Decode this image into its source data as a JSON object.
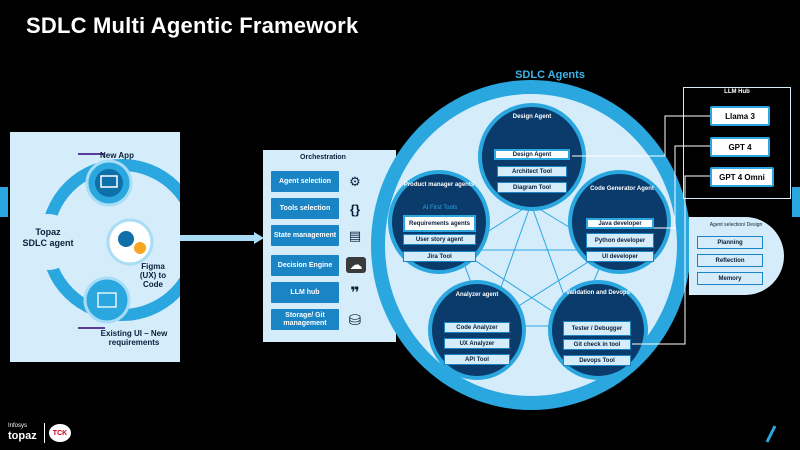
{
  "title": "SDLC Multi Agentic Framework",
  "left": {
    "topaz": "Topaz SDLC agent",
    "new_app": "New App",
    "figma": "Figma (UX) to Code",
    "existing": "Existing UI – New requirements"
  },
  "orchestration": {
    "title": "Orchestration",
    "items": [
      {
        "label": "Agent selection",
        "icon": "gears-icon",
        "glyph": "⚙"
      },
      {
        "label": "Tools selection",
        "icon": "braces-icon",
        "glyph": "{}"
      },
      {
        "label": "State management",
        "icon": "state-icon",
        "glyph": "▤"
      },
      {
        "label": "Decision Engine",
        "icon": "brain-icon",
        "glyph": "☁"
      },
      {
        "label": "LLM hub",
        "icon": "quote-icon",
        "glyph": "❞"
      },
      {
        "label": "Storage/ Git management",
        "icon": "database-icon",
        "glyph": "⛁"
      }
    ]
  },
  "agents": {
    "title": "SDLC Agents",
    "design": {
      "title": "Design Agent",
      "tools": [
        "Design Agent",
        "Architect Tool",
        "Diagram Tool"
      ]
    },
    "product": {
      "title": "Product manager agents",
      "ai_first": "AI First Tools",
      "tools": [
        "Requirements agents",
        "User story agent",
        "Jira Tool"
      ]
    },
    "codegen": {
      "title": "Code Generator Agent",
      "tools": [
        "Java developer",
        "Python developer",
        "UI developer"
      ]
    },
    "analyzer": {
      "title": "Analyzer agent",
      "tools": [
        "Code Analyzer",
        "UX Analyzer",
        "API Tool"
      ]
    },
    "validation": {
      "title": "Validation and Devops",
      "tools": [
        "Tester / Debugger",
        "Git check in tool",
        "Devops Tool"
      ]
    }
  },
  "llm_hub": {
    "title": "LLM Hub",
    "models": [
      "Llama 3",
      "GPT 4",
      "GPT 4 Omni"
    ]
  },
  "agent_selection": {
    "title": "Agent selection/ Design",
    "items": [
      "Planning",
      "Reflection",
      "Memory"
    ]
  },
  "logo": {
    "brand": "Infosys",
    "product": "topaz",
    "badge": "TCK"
  },
  "colors": {
    "accent": "#2aa7df",
    "dark": "#0a3b6b",
    "panel": "#d5ecfb",
    "purple": "#5b3b9c"
  }
}
